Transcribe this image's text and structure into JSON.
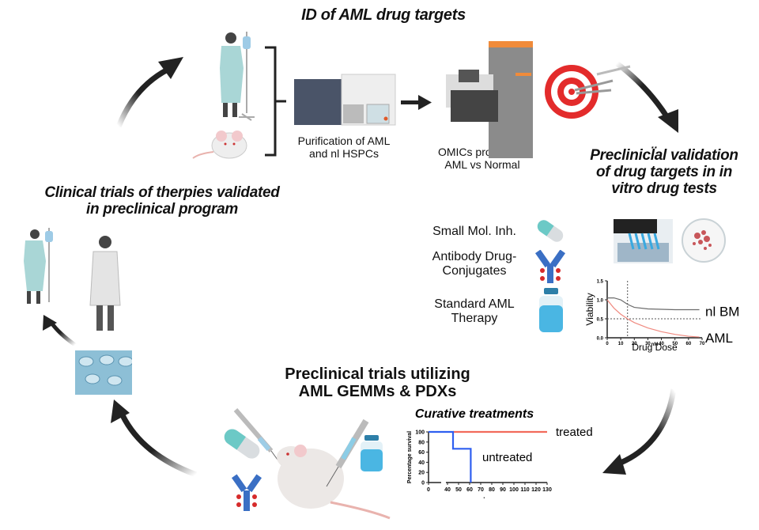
{
  "titles": {
    "top": "ID of AML drug targets",
    "right": [
      "Preclinicl̈al validation",
      "of drug targets in in",
      "vitro drug tests"
    ],
    "left": [
      "Clinical trials of therpies  validated",
      "in preclinical program"
    ],
    "bottom": [
      "Preclinical trials utilizing",
      "AML GEMMs & PDXs"
    ]
  },
  "labels": {
    "purification": [
      "Purification of AML",
      "and nl HSPCs"
    ],
    "omics": [
      "OMICs profiling of",
      "AML vs Normal"
    ]
  },
  "drugs": [
    {
      "label": [
        "Small Mol. Inh."
      ],
      "icon": "capsule-icon"
    },
    {
      "label": [
        "Antibody Drug-",
        "Conjugates"
      ],
      "icon": "antibody-icon"
    },
    {
      "label": [
        "Standard AML",
        "Therapy"
      ],
      "icon": "vial-icon"
    }
  ],
  "chart_data": [
    {
      "type": "line",
      "title": "",
      "xlabel": "Drug Dose",
      "xunit": "nM",
      "ylabel": "Viability",
      "xlim": [
        0,
        70
      ],
      "ylim": [
        0,
        1.5
      ],
      "xticks": [
        "0",
        "10",
        "20",
        "30",
        "40",
        "50",
        "60",
        "70"
      ],
      "yticks": [
        "0.0",
        "0.5",
        "1.0",
        "1.5"
      ],
      "reference_lines": {
        "x": 15,
        "y": 0.5
      },
      "series": [
        {
          "name": "nl BM",
          "color": "#6b6b6b",
          "x": [
            0,
            5,
            10,
            15,
            20,
            30,
            40,
            50,
            60,
            68
          ],
          "y": [
            1.05,
            1.05,
            1.0,
            0.88,
            0.8,
            0.76,
            0.75,
            0.74,
            0.74,
            0.74
          ]
        },
        {
          "name": "AML",
          "color": "#f08a80",
          "x": [
            0,
            5,
            10,
            15,
            20,
            30,
            40,
            50,
            60,
            68
          ],
          "y": [
            1.0,
            0.78,
            0.62,
            0.5,
            0.4,
            0.26,
            0.16,
            0.09,
            0.04,
            0.02
          ]
        }
      ]
    },
    {
      "type": "line",
      "title": "Curative treatments",
      "xlabel": "days",
      "ylabel": "Percentage survival",
      "xlim": [
        0,
        130
      ],
      "ylim": [
        0,
        100
      ],
      "axis_break": [
        10,
        38
      ],
      "xticks": [
        "0",
        "40",
        "50",
        "60",
        "70",
        "80",
        "90",
        "100",
        "110",
        "120",
        "130"
      ],
      "yticks": [
        "0",
        "20",
        "40",
        "60",
        "80",
        "100"
      ],
      "series": [
        {
          "name": "treated",
          "color": "#f26b5b",
          "step": true,
          "x": [
            0,
            130
          ],
          "y": [
            100,
            100
          ]
        },
        {
          "name": "untreated",
          "color": "#2f5ff0",
          "step": true,
          "x": [
            0,
            45,
            45,
            61,
            61
          ],
          "y": [
            100,
            100,
            66.7,
            66.7,
            0
          ]
        }
      ]
    }
  ]
}
